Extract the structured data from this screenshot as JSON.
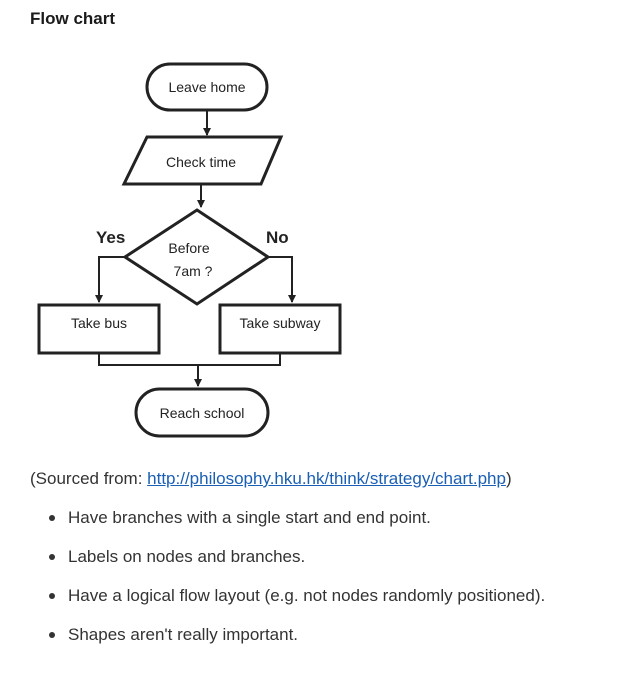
{
  "heading": "Flow chart",
  "flowchart": {
    "nodes": {
      "start": "Leave home",
      "input": "Check time",
      "decision_line1": "Before",
      "decision_line2": "7am ?",
      "yes_action": "Take bus",
      "no_action": "Take subway",
      "end": "Reach school"
    },
    "branches": {
      "yes": "Yes",
      "no": "No"
    }
  },
  "source": {
    "prefix": "(Sourced from: ",
    "link_text": "http://philosophy.hku.hk/think/strategy/chart.php",
    "suffix": ")"
  },
  "bullets": [
    "Have branches with a single start and end point.",
    "Labels on nodes and branches.",
    "Have a logical flow layout (e.g. not nodes randomly positioned).",
    "Shapes aren't really important."
  ]
}
